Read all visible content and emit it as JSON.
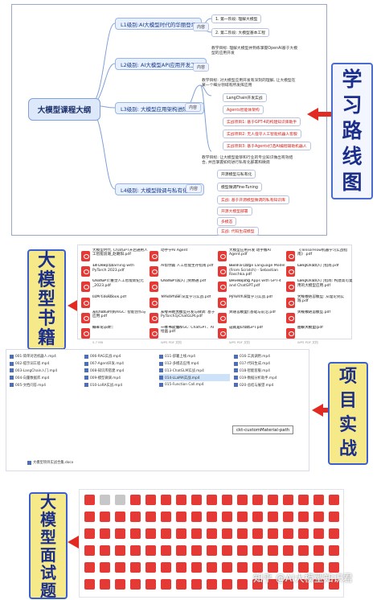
{
  "mindmap": {
    "root": "大模型课程大纲",
    "level1": {
      "title": "L1级别:AI大模型时代的华丽登场",
      "tag": "内容",
      "items": [
        "1. 第一阶段: 理解大模型",
        "2. 第二阶段: 大模型基本工程"
      ]
    },
    "level2": {
      "title": "L2级别: AI大模型API应用开发工程",
      "tag": "内容",
      "goal": "教学目标: 理解大模型并熟练掌握OpenAI基于大模型的应用开发"
    },
    "level3": {
      "title": "L3级别: 大模型应用架构进阶实践",
      "tag": "内容",
      "goal": "教学目标: 对大模型应用开发有深刻的理解, 让大模型在某一个细分领域有所发挥应用",
      "items": [
        "LangChain开发实战",
        "Agents智能体架构",
        "实战项目1: 基于GPT-4的构建知识库助手",
        "实战项目2: 无人值守人工智能机器人客服",
        "实战项目3: 基于Agents打造AI编程辅助机器人"
      ]
    },
    "level4": {
      "title": "L4级别: 大模型微调与私有化部署",
      "tag": "内容",
      "goal": "教学目标: 让大模型能够和行业的专业知识做出有效结合, 并且掌握如何进行私有化部署和微调",
      "items": [
        "开源模型与私有化",
        "模型微调Fine-Tuning",
        "实战: 基于开源模型微调的私有知识库",
        "开源大模型部署",
        "多模态",
        "实战: 代码生成模型"
      ]
    }
  },
  "sections": {
    "learning_path": [
      "学",
      "习",
      "路",
      "线",
      "图"
    ],
    "books": [
      "大",
      "模",
      "型",
      "书",
      "籍"
    ],
    "projects": [
      "项",
      "目",
      "实",
      "战"
    ],
    "interview": [
      "大",
      "模",
      "型",
      "面",
      "试",
      "题"
    ]
  },
  "books": {
    "items": [
      {
        "title": "大模型时代, ChatGPT开启通用人工智能浪潮_赵朝阳.pdf",
        "meta": "WPS PDF 文档"
      },
      {
        "title": "动手学AI Agent",
        "meta": ""
      },
      {
        "title": "大模型应用开发 动手做AI Agent.pdf",
        "meta": "WPS PDF 文档"
      },
      {
        "title": "《TensorFlow机器学习实战指南》.pdf",
        "meta": "WPS PDF 文档"
      },
      {
        "title": "14 Deep Learning with PyTorch 2023.pdf",
        "meta": "WPS PDF 文档"
      },
      {
        "title": "AI帮你赢 人工智能生存指南.pdf",
        "meta": "WPS PDF 文档"
      },
      {
        "title": "Build a Large Language Model (From Scratch) - Sebastian Raschka.pdf",
        "meta": "WPS PDF 文档"
      },
      {
        "title": "LangChain入门指南.pdf",
        "meta": "WPS PDF 文档"
      },
      {
        "title": "ChatGPT: 重塑人工智能新纪元_2023.pdf",
        "meta": "WPS PDF 文档"
      },
      {
        "title": "ChatGPT从入门到精通.pdf",
        "meta": "WPS PDF 文档"
      },
      {
        "title": "Developing Apps with GPT-4 and ChatGPT.pdf",
        "meta": "WPS PDF 文档"
      },
      {
        "title": "LangChain入门指南: 构建高可复用的大模型应用.pdf",
        "meta": "WPS PDF 文档"
      },
      {
        "title": "LLM Cookbook.pdf",
        "meta": "WPS PDF 文档"
      },
      {
        "title": "Tensorflow 深度学习实战.pdf",
        "meta": "WPS PDF 文档"
      },
      {
        "title": "PyTorch深度学习实战.pdf",
        "meta": "WPS PDF 文档"
      },
      {
        "title": "大规模语言模型: 从理论到实践.pdf",
        "meta": "WPS PDF 文档"
      },
      {
        "title": "从ChatGPT到AIGC: 智能创作与应用.pdf",
        "meta": "WPS PDF 文档"
      },
      {
        "title": "从零开始大模型开发与微调: 基于PyTorch与ChatGLM.pdf",
        "meta": "WPS PDF 文档"
      },
      {
        "title": "大语言模型: 基础与前沿.pdf",
        "meta": "WPS PDF 文档"
      },
      {
        "title": "大规模语言模型.pdf",
        "meta": "WPS PDF 文档"
      },
      {
        "title": "概率论.pdf",
        "meta": "5.7 MB"
      },
      {
        "title": "一本书读懂AIGC: ChatGPT、AI绘画.pdf",
        "meta": "WPS PDF 文档"
      },
      {
        "title": "这就是ChatGPT.pdf",
        "meta": "WPS PDF 文档"
      },
      {
        "title": "图解大模型.pdf",
        "meta": "WPS PDF 文档"
      }
    ]
  },
  "projects": {
    "files": [
      "001-简单对话机器人.mp4",
      "002-提示词工程.mp4",
      "003-LangChain入门.mp4",
      "004-向量数据库.mp4",
      "005-文档问答.mp4",
      "006-RAG实战.mp4",
      "007-Agent开发.mp4",
      "008-知识库搭建.mp4",
      "009-模型微调.mp4",
      "010-LoRA实战.mp4",
      "011-部署上线.mp4",
      "012-多模态应用.mp4",
      "013-ChatGLM实战.mp4",
      "014-LLaMA实战.mp4",
      "015-Function Call.mp4",
      "016-工具调用.mp4",
      "017-代码生成.mp4",
      "018-智能客服.mp4",
      "019-数据分析助手.mp4",
      "020-总结与展望.mp4"
    ],
    "tooltip": "ckt-customMaterial-path",
    "bottom_file": "大模型项目实战合集.docx"
  },
  "watermark": "知乎 @AI大模型知识君"
}
